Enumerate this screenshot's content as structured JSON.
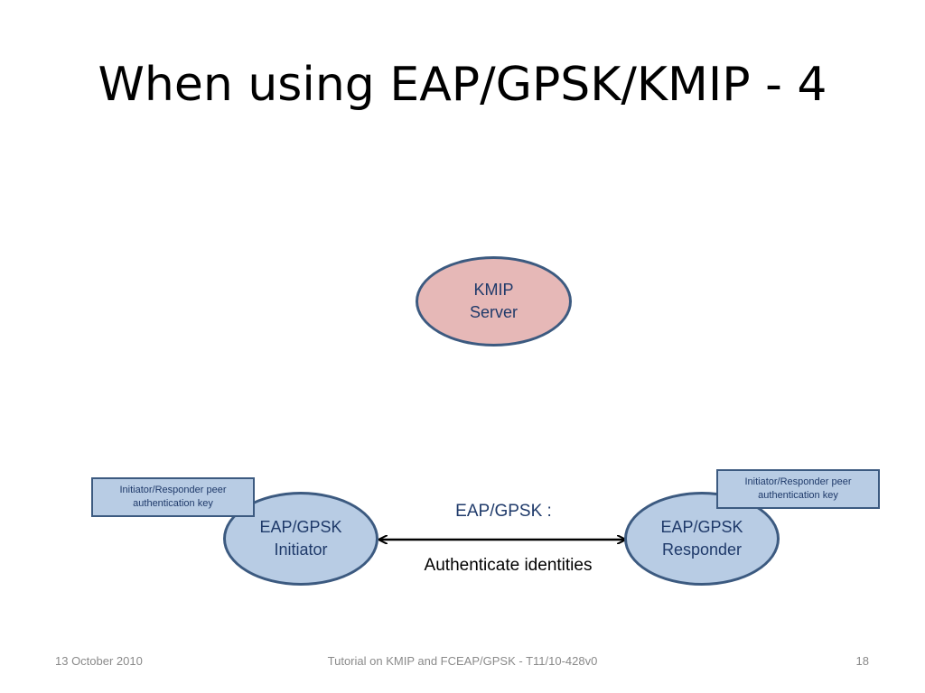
{
  "slide": {
    "title": "When using EAP/GPSK/KMIP - 4"
  },
  "diagram": {
    "server": {
      "line1": "KMIP",
      "line2": "Server"
    },
    "initiator": {
      "line1": "EAP/GPSK",
      "line2": "Initiator"
    },
    "responder": {
      "line1": "EAP/GPSK",
      "line2": "Responder"
    },
    "left_key": {
      "line1": "Initiator/Responder peer",
      "line2": "authentication key"
    },
    "right_key": {
      "line1": "Initiator/Responder peer",
      "line2": "authentication key"
    },
    "link_label_top": "EAP/GPSK :",
    "link_label_bottom": "Authenticate identities",
    "colors": {
      "server_fill": "#e6b8b7",
      "node_fill": "#b8cce4",
      "outline": "#3c5a80",
      "text": "#1f3a6a"
    }
  },
  "footer": {
    "date": "13 October 2010",
    "center": "Tutorial on KMIP and FCEAP/GPSK - T11/10-428v0",
    "page": "18"
  }
}
